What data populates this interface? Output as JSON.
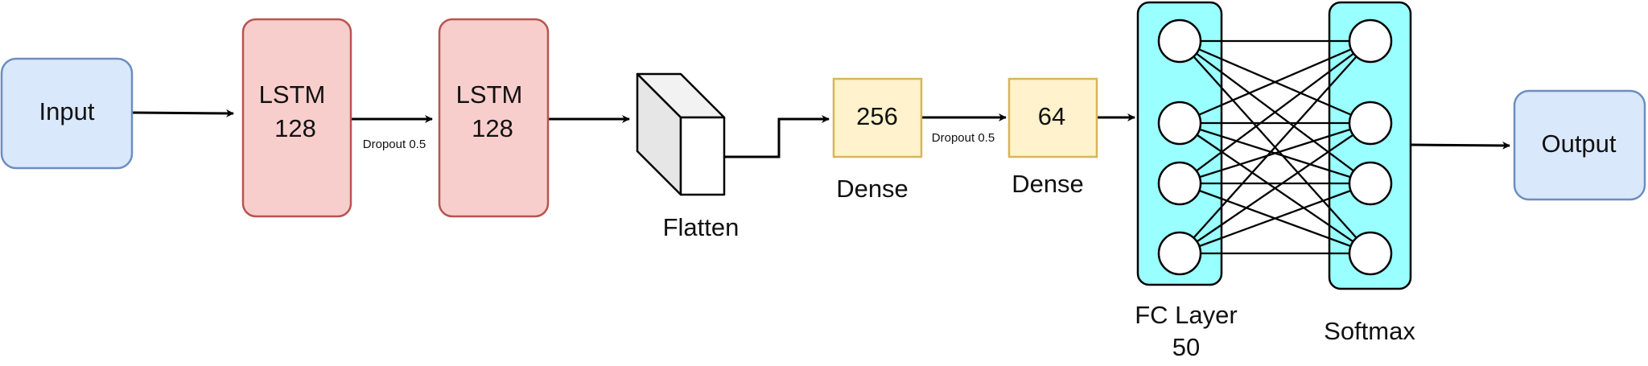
{
  "nodes": {
    "input": {
      "label": "Input"
    },
    "lstm1": {
      "line1": "LSTM",
      "line2": "128"
    },
    "lstm2": {
      "line1": "LSTM",
      "line2": "128"
    },
    "flatten": {
      "label": "Flatten"
    },
    "dense1": {
      "value": "256",
      "label": "Dense"
    },
    "dense2": {
      "value": "64",
      "label": "Dense"
    },
    "fc": {
      "line1": "FC Layer",
      "line2": "50"
    },
    "softmax": {
      "label": "Softmax"
    },
    "output": {
      "label": "Output"
    }
  },
  "edges": {
    "dropout1": "Dropout 0.5",
    "dropout2": "Dropout 0.5"
  },
  "colors": {
    "io_fill": "#dae8fc",
    "io_stroke": "#6c8ebf",
    "lstm_fill": "#f8cecc",
    "lstm_stroke": "#b85450",
    "dense_fill": "#fff2cc",
    "dense_stroke": "#d6b656",
    "layer_fill": "#99ffff",
    "layer_stroke": "#000000"
  }
}
